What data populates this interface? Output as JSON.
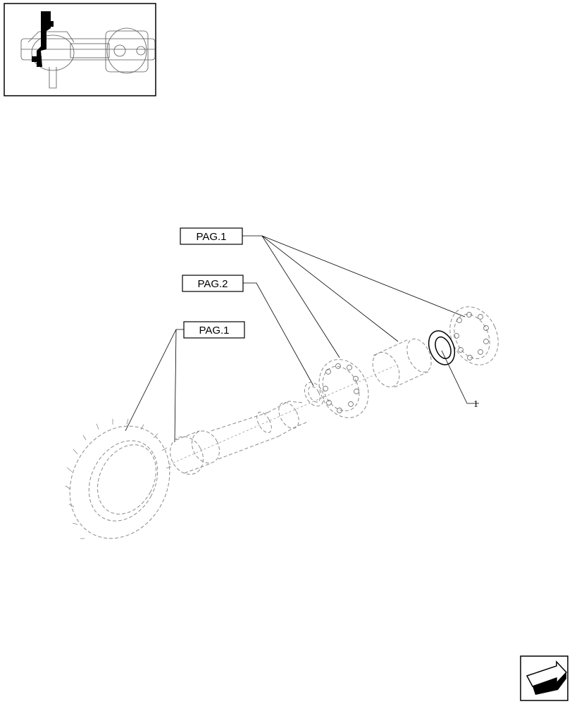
{
  "thumbnail": {
    "icon": "axle-assembly-thumbnail"
  },
  "references": [
    {
      "label": "PAG.1"
    },
    {
      "label": "PAG.2"
    },
    {
      "label": "PAG.1"
    }
  ],
  "callouts": [
    {
      "number": "1"
    }
  ],
  "navigation": {
    "icon": "next-page-arrow-icon"
  }
}
